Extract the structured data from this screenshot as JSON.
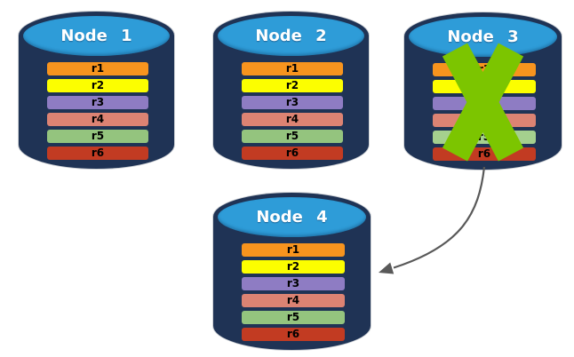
{
  "diagram": {
    "description": "Four database nodes each replicating rows r1-r6; Node 3 is crossed out and an arrow points from Node 3 to Node 4",
    "nodes": [
      {
        "label": "Node 1",
        "rows": [
          {
            "label": "r1",
            "color": "#F7941E"
          },
          {
            "label": "r2",
            "color": "#FCFE00"
          },
          {
            "label": "r3",
            "color": "#8E7CC3"
          },
          {
            "label": "r4",
            "color": "#DC8373"
          },
          {
            "label": "r5",
            "color": "#94C47E"
          },
          {
            "label": "r6",
            "color": "#C23B22"
          }
        ]
      },
      {
        "label": "Node 2",
        "rows": [
          {
            "label": "r1",
            "color": "#F7941E"
          },
          {
            "label": "r2",
            "color": "#FCFE00"
          },
          {
            "label": "r3",
            "color": "#8E7CC3"
          },
          {
            "label": "r4",
            "color": "#DC8373"
          },
          {
            "label": "r5",
            "color": "#94C47E"
          },
          {
            "label": "r6",
            "color": "#C23B22"
          }
        ]
      },
      {
        "label": "Node 3",
        "status": "failed",
        "rows": [
          {
            "label": "r1",
            "color": "#F7941E"
          },
          {
            "label": "r2",
            "color": "#FCFE00"
          },
          {
            "label": "r3",
            "color": "#8E7CC3"
          },
          {
            "label": "r4",
            "color": "#DC8373"
          },
          {
            "label": "r5",
            "color": "#A5D08E"
          },
          {
            "label": "r6",
            "color": "#C23B22"
          }
        ]
      },
      {
        "label": "Node 4",
        "rows": [
          {
            "label": "r1",
            "color": "#F7941E"
          },
          {
            "label": "r2",
            "color": "#FCFE00"
          },
          {
            "label": "r3",
            "color": "#8E7CC3"
          },
          {
            "label": "r4",
            "color": "#DC8373"
          },
          {
            "label": "r5",
            "color": "#94C47E"
          },
          {
            "label": "r6",
            "color": "#C23B22"
          }
        ]
      }
    ],
    "failure_mark": {
      "over_node": "Node 3",
      "color": "#7CC500"
    },
    "arrow": {
      "from": "Node 3",
      "to": "Node 4",
      "color": "#595959"
    },
    "colors": {
      "cylinder_body": "#1F3355",
      "cylinder_top": "#2E9CD8",
      "node_label_text": "#FFFFFF",
      "row_label_text": "#000000",
      "background": "#FFFFFF"
    }
  }
}
